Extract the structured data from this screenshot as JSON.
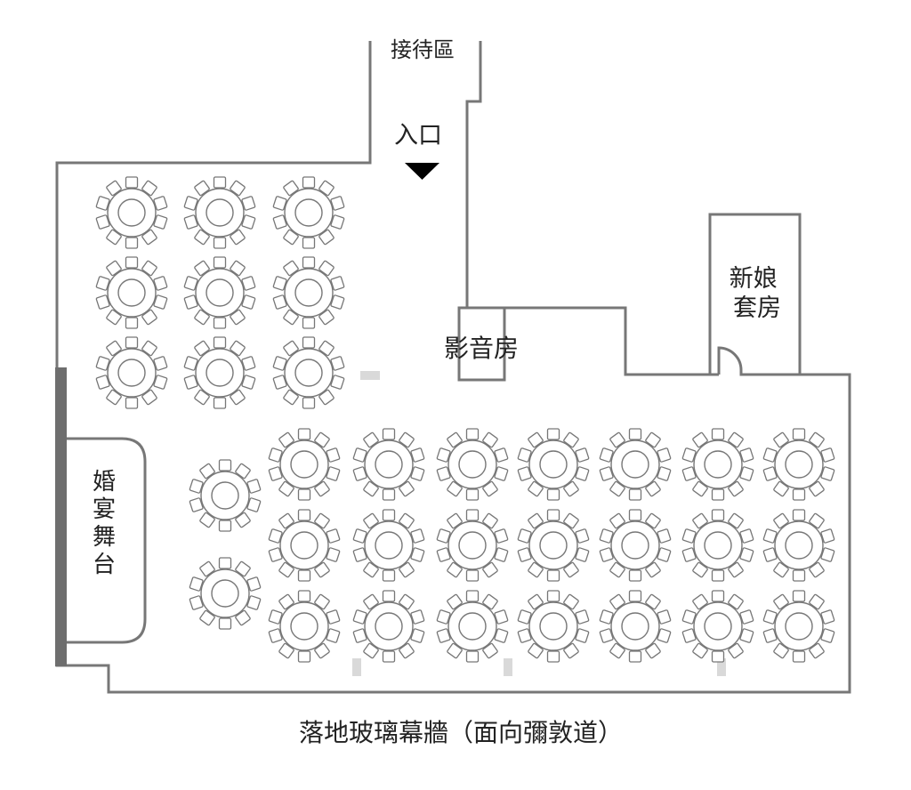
{
  "labels": {
    "reception": "接待區",
    "entrance": "入口",
    "bridal_suite": "新娘套房",
    "av_room": "影音房",
    "stage": "婚宴舞台",
    "window_wall": "落地玻璃幕牆（面向彌敦道）"
  },
  "tables": {
    "chairs_per_table": 10,
    "left_group_count": 9,
    "aisle_count": 2,
    "main_group_count": 21
  },
  "colors": {
    "wall": "#777777",
    "stage_bar": "#6e6e6e",
    "pillar": "#d9d9d9",
    "entrance_marker": "#000000"
  },
  "icons": {
    "entrance_marker": "triangle-down-icon",
    "table": "round-table-icon",
    "door": "door-swing-icon"
  }
}
